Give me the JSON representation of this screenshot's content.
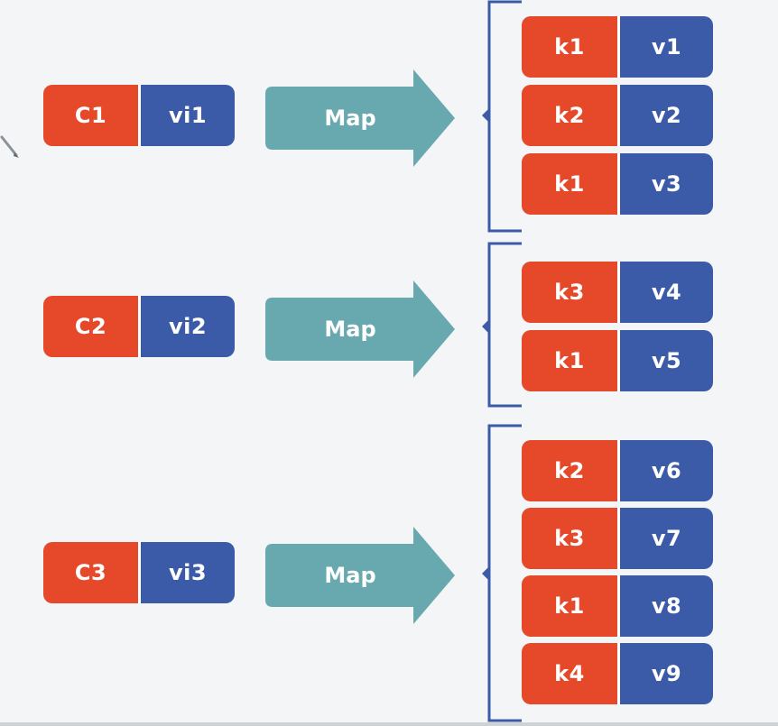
{
  "colors": {
    "key": "#e5492a",
    "value": "#3b5ba8",
    "arrow": "#68a9b0",
    "bracket": "#3b5ba8",
    "background": "#f4f5f6"
  },
  "inputs": [
    {
      "key": "C1",
      "value": "vi1"
    },
    {
      "key": "C2",
      "value": "vi2"
    },
    {
      "key": "C3",
      "value": "vi3"
    }
  ],
  "map_label": "Map",
  "outputs": [
    [
      {
        "key": "k1",
        "value": "v1"
      },
      {
        "key": "k2",
        "value": "v2"
      },
      {
        "key": "k1",
        "value": "v3"
      }
    ],
    [
      {
        "key": "k3",
        "value": "v4"
      },
      {
        "key": "k1",
        "value": "v5"
      }
    ],
    [
      {
        "key": "k2",
        "value": "v6"
      },
      {
        "key": "k3",
        "value": "v7"
      },
      {
        "key": "k1",
        "value": "v8"
      },
      {
        "key": "k4",
        "value": "v9"
      }
    ]
  ],
  "icons": [
    "pen-icon"
  ]
}
